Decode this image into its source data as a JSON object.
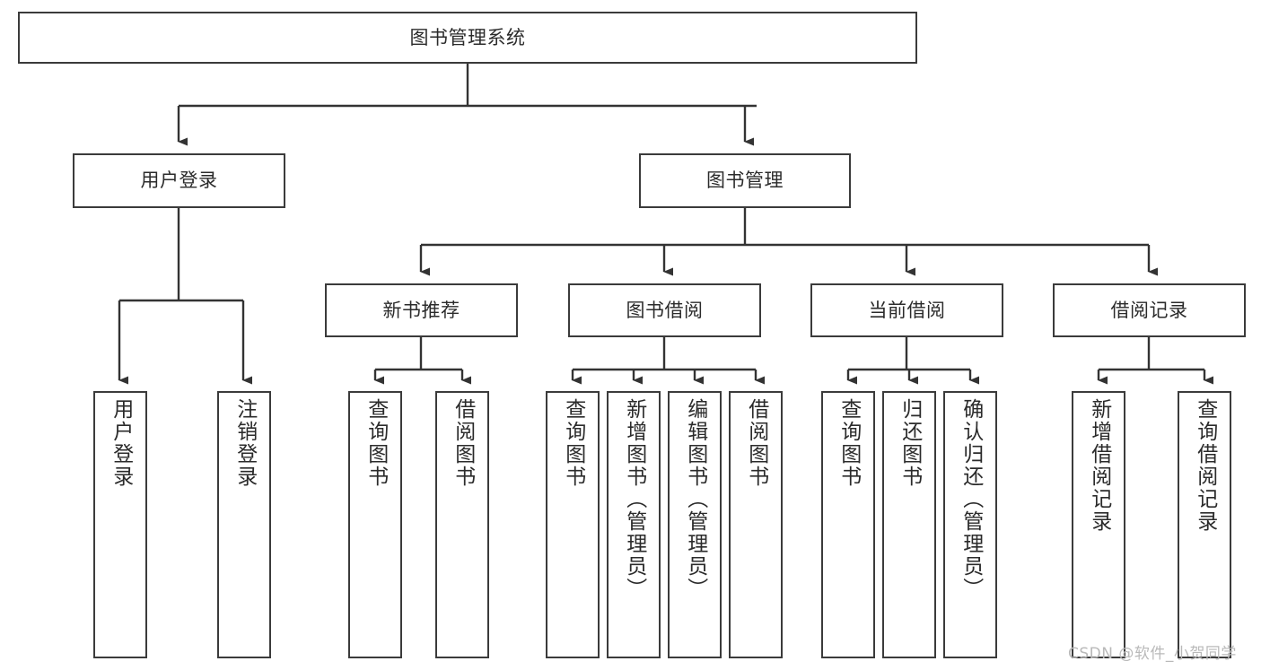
{
  "diagram": {
    "type": "tree-hierarchy-chart",
    "title": "图书管理系统",
    "watermark": "CSDN @软件_小贺同学",
    "colors": {
      "box_border": "#3b3b3b",
      "box_fill": "#ffffff",
      "edge": "#333333",
      "text": "#2b2b2b",
      "watermark": "#b9b9b9",
      "background": "#ffffff"
    },
    "nodes": {
      "root": {
        "label": "图书管理系统",
        "level": 1,
        "orientation": "horizontal"
      },
      "l2_0": {
        "label": "用户登录",
        "level": 2,
        "orientation": "horizontal"
      },
      "l2_1": {
        "label": "图书管理",
        "level": 2,
        "orientation": "horizontal"
      },
      "l3_0": {
        "label": "新书推荐",
        "level": 3,
        "orientation": "horizontal"
      },
      "l3_1": {
        "label": "图书借阅",
        "level": 3,
        "orientation": "horizontal"
      },
      "l3_2": {
        "label": "当前借阅",
        "level": 3,
        "orientation": "horizontal"
      },
      "l3_3": {
        "label": "借阅记录",
        "level": 3,
        "orientation": "horizontal"
      },
      "leaf_0": {
        "label": "用户登录",
        "level": 4,
        "orientation": "vertical",
        "parent": "用户登录"
      },
      "leaf_1": {
        "label": "注销登录",
        "level": 4,
        "orientation": "vertical",
        "parent": "用户登录"
      },
      "leaf_2": {
        "label": "查询图书",
        "level": 4,
        "orientation": "vertical",
        "parent": "新书推荐"
      },
      "leaf_3": {
        "label": "借阅图书",
        "level": 4,
        "orientation": "vertical",
        "parent": "新书推荐"
      },
      "leaf_4": {
        "label": "查询图书",
        "level": 4,
        "orientation": "vertical",
        "parent": "图书借阅"
      },
      "leaf_5": {
        "label": "新增图书（管理员）",
        "level": 4,
        "orientation": "vertical",
        "parent": "图书借阅"
      },
      "leaf_6": {
        "label": "编辑图书（管理员）",
        "level": 4,
        "orientation": "vertical",
        "parent": "图书借阅"
      },
      "leaf_7": {
        "label": "借阅图书",
        "level": 4,
        "orientation": "vertical",
        "parent": "图书借阅"
      },
      "leaf_8": {
        "label": "查询图书",
        "level": 4,
        "orientation": "vertical",
        "parent": "当前借阅"
      },
      "leaf_9": {
        "label": "归还图书",
        "level": 4,
        "orientation": "vertical",
        "parent": "当前借阅"
      },
      "leaf_10": {
        "label": "确认归还（管理员）",
        "level": 4,
        "orientation": "vertical",
        "parent": "当前借阅"
      },
      "leaf_11": {
        "label": "新增借阅记录",
        "level": 4,
        "orientation": "vertical",
        "parent": "借阅记录"
      },
      "leaf_12": {
        "label": "查询借阅记录",
        "level": 4,
        "orientation": "vertical",
        "parent": "借阅记录"
      }
    }
  }
}
